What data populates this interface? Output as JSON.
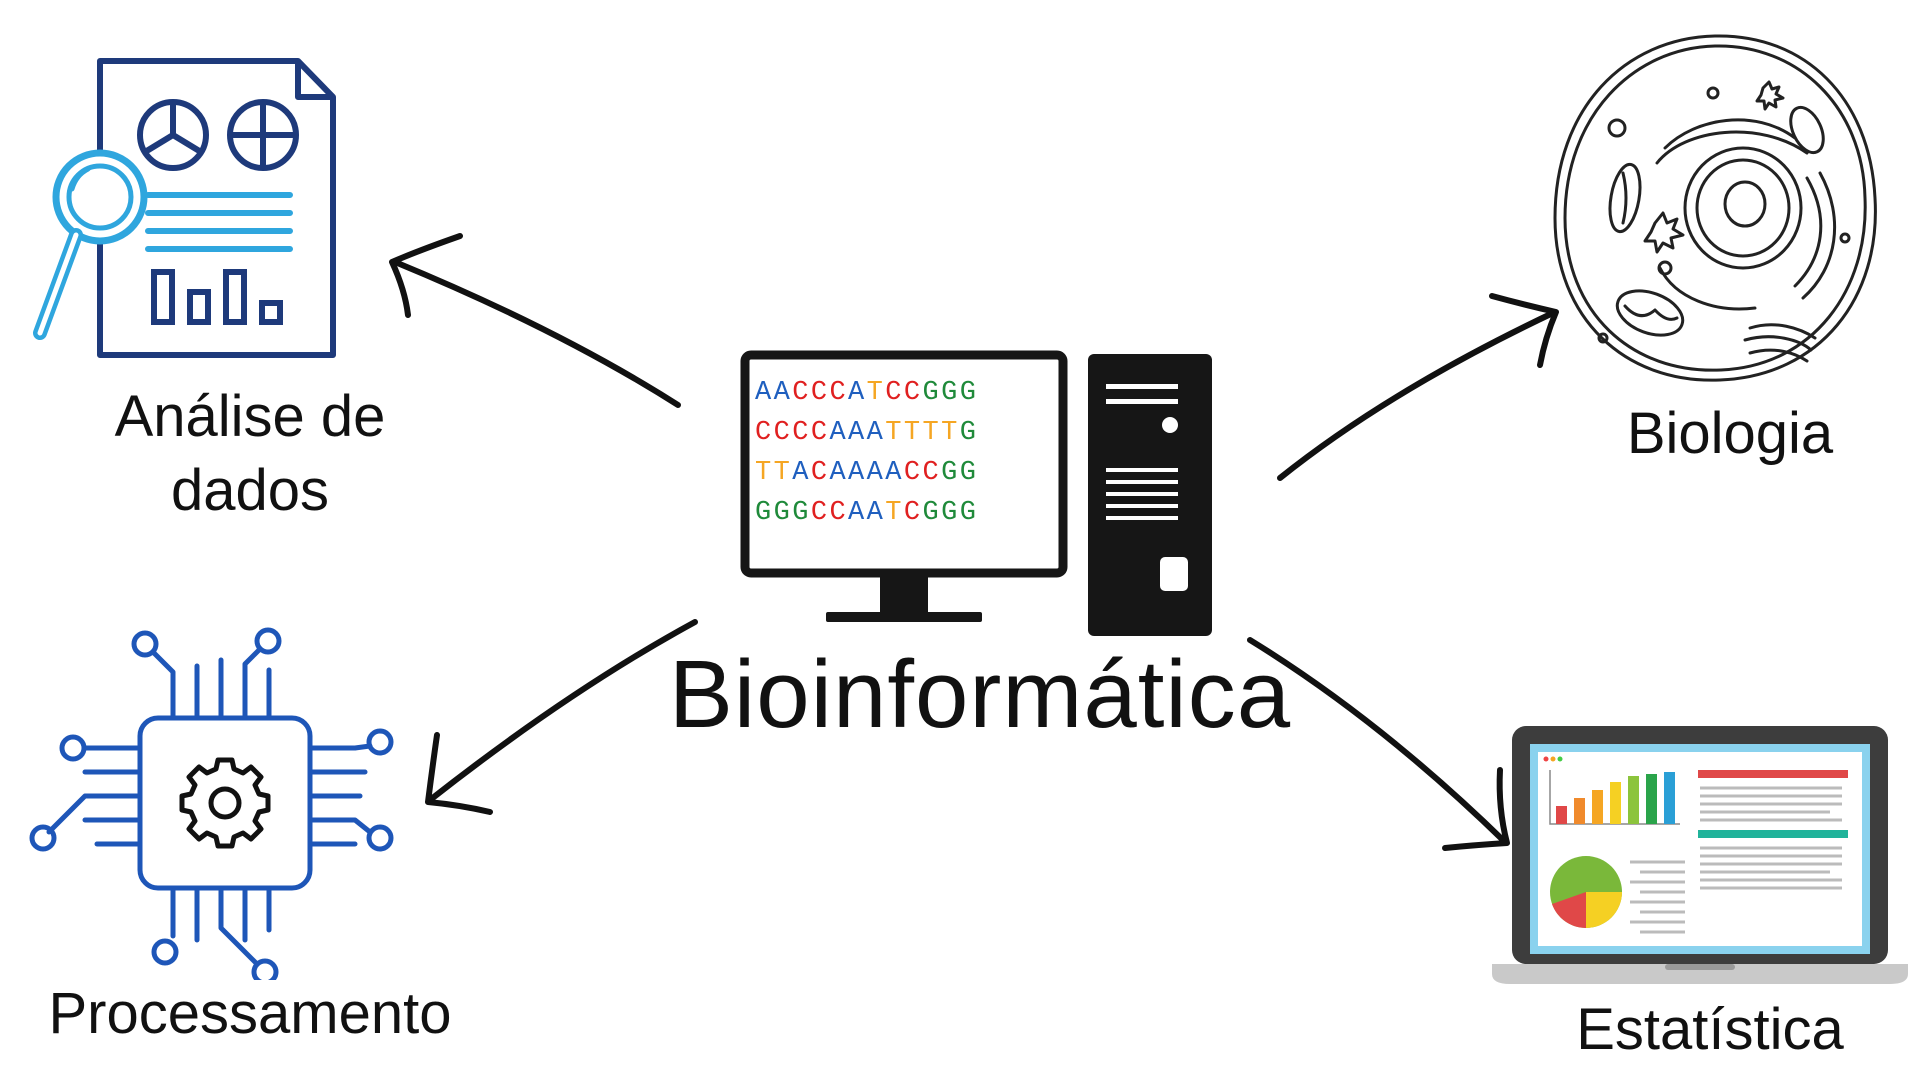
{
  "center": {
    "title": "Bioinformática",
    "dna_rows": [
      "AACCCATCCGGG",
      "CCCCAAATTTTG",
      "TTACAAAACCGG",
      "GGGCCAATCGGG"
    ]
  },
  "nodes": {
    "analise": {
      "line1": "Análise de",
      "line2": "dados"
    },
    "biologia": {
      "label": "Biologia"
    },
    "processamento": {
      "label": "Processamento"
    },
    "estatistica": {
      "label": "Estatística"
    }
  },
  "colors": {
    "A": "#1f5fbf",
    "C": "#e02020",
    "T": "#f5a623",
    "G": "#1f8a3a",
    "doc_navy": "#1e3a7b",
    "doc_light": "#2fa6de",
    "chip": "#1e56b8"
  }
}
